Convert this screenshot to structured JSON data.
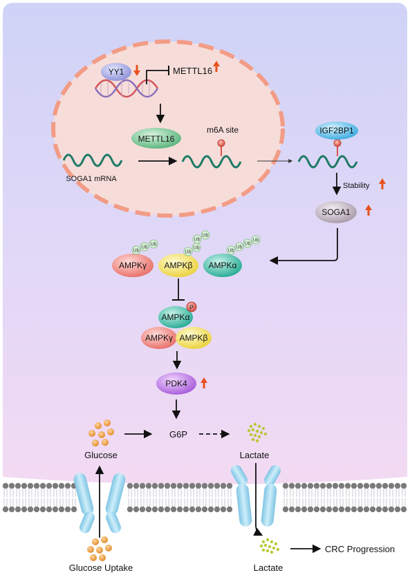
{
  "nucleus": {
    "yy1": "YY1",
    "mettl16_regulated": "METTL16",
    "mettl16_protein": "METTL16",
    "soga1_mrna": "SOGA1 mRNA",
    "m6a_site": "m6A site"
  },
  "reader": {
    "igf2bp1": "IGF2BP1",
    "stability": "Stability",
    "soga1": "SOGA1"
  },
  "ampk": {
    "gamma": "AMPKγ",
    "beta": "AMPKβ",
    "alpha": "AMPKα",
    "ub": "Ub",
    "p": "P",
    "complex_alpha": "AMPKα",
    "complex_gamma": "AMPKγ",
    "complex_beta": "AMPKβ"
  },
  "metabolism": {
    "pdk4": "PDK4",
    "glucose": "Glucose",
    "g6p": "G6P",
    "lactate_in": "Lactate",
    "glucose_uptake": "Glucose Uptake",
    "lactate_out": "Lactate",
    "crc_progression": "CRC Progression"
  },
  "colors": {
    "up_arrow": "#e8501e",
    "down_arrow": "#e8501e",
    "nucleus_fill": "#f7ddd6",
    "nucleus_border": "#f29a80",
    "rna_green": "#1f7a66",
    "transporter": "#9ed7ee",
    "membrane_head": "#7a7a7a"
  }
}
